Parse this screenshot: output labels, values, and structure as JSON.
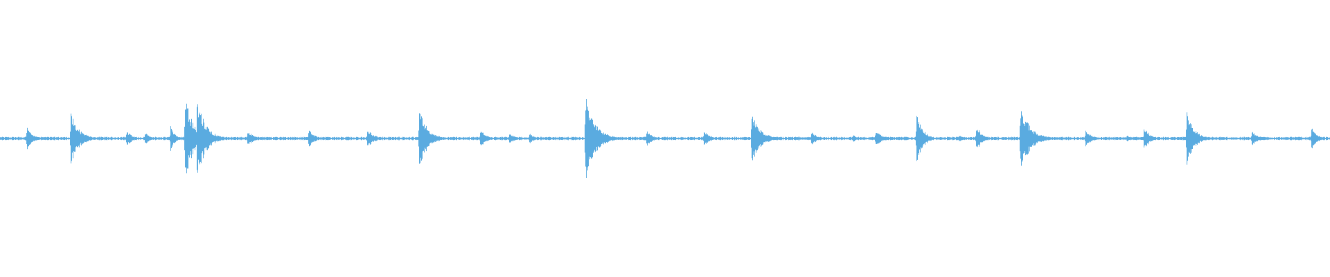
{
  "waveform": {
    "color": "#5aabe0",
    "background": "#ffffff",
    "baseline_amplitude": 0.012,
    "transients": [
      {
        "t": 0.02,
        "amp": 0.09,
        "decay": 0.004
      },
      {
        "t": 0.053,
        "amp": 0.19,
        "decay": 0.006
      },
      {
        "t": 0.095,
        "amp": 0.06,
        "decay": 0.004
      },
      {
        "t": 0.109,
        "amp": 0.05,
        "decay": 0.003
      },
      {
        "t": 0.128,
        "amp": 0.1,
        "decay": 0.003
      },
      {
        "t": 0.139,
        "amp": 0.37,
        "decay": 0.005
      },
      {
        "t": 0.148,
        "amp": 0.32,
        "decay": 0.006
      },
      {
        "t": 0.186,
        "amp": 0.06,
        "decay": 0.005
      },
      {
        "t": 0.232,
        "amp": 0.07,
        "decay": 0.004
      },
      {
        "t": 0.276,
        "amp": 0.07,
        "decay": 0.005
      },
      {
        "t": 0.315,
        "amp": 0.22,
        "decay": 0.006
      },
      {
        "t": 0.361,
        "amp": 0.07,
        "decay": 0.004
      },
      {
        "t": 0.383,
        "amp": 0.05,
        "decay": 0.003
      },
      {
        "t": 0.398,
        "amp": 0.05,
        "decay": 0.003
      },
      {
        "t": 0.44,
        "amp": 0.32,
        "decay": 0.007
      },
      {
        "t": 0.486,
        "amp": 0.06,
        "decay": 0.004
      },
      {
        "t": 0.529,
        "amp": 0.07,
        "decay": 0.004
      },
      {
        "t": 0.565,
        "amp": 0.2,
        "decay": 0.006
      },
      {
        "t": 0.61,
        "amp": 0.05,
        "decay": 0.004
      },
      {
        "t": 0.641,
        "amp": 0.03,
        "decay": 0.003
      },
      {
        "t": 0.658,
        "amp": 0.06,
        "decay": 0.005
      },
      {
        "t": 0.689,
        "amp": 0.23,
        "decay": 0.004
      },
      {
        "t": 0.721,
        "amp": 0.03,
        "decay": 0.003
      },
      {
        "t": 0.734,
        "amp": 0.1,
        "decay": 0.004
      },
      {
        "t": 0.767,
        "amp": 0.26,
        "decay": 0.007
      },
      {
        "t": 0.816,
        "amp": 0.07,
        "decay": 0.004
      },
      {
        "t": 0.847,
        "amp": 0.03,
        "decay": 0.003
      },
      {
        "t": 0.86,
        "amp": 0.09,
        "decay": 0.004
      },
      {
        "t": 0.892,
        "amp": 0.23,
        "decay": 0.005
      },
      {
        "t": 0.941,
        "amp": 0.07,
        "decay": 0.004
      },
      {
        "t": 0.97,
        "amp": 0.02,
        "decay": 0.003
      },
      {
        "t": 0.986,
        "amp": 0.08,
        "decay": 0.004
      }
    ]
  }
}
